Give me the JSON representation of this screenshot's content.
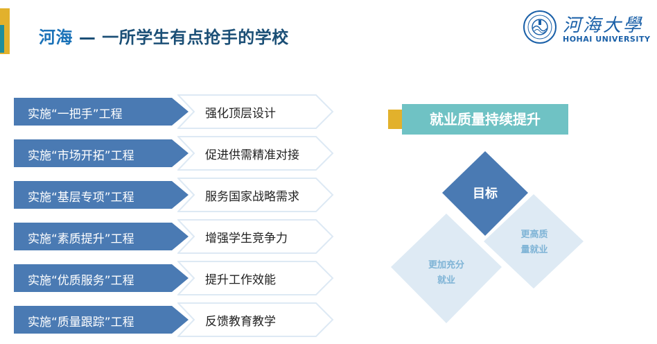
{
  "header": {
    "brand": "河海",
    "dash": " — ",
    "subtitle": "一所学生有点抢手的学校"
  },
  "logo": {
    "name_cn": "河海大學",
    "name_en": "HOHAI UNIVERSITY"
  },
  "rows": [
    {
      "label": "实施“一把手”工程",
      "goal": "强化顶层设计"
    },
    {
      "label": "实施“市场开拓”工程",
      "goal": "促进供需精准对接"
    },
    {
      "label": "实施“基层专项”工程",
      "goal": "服务国家战略需求"
    },
    {
      "label": "实施“素质提升”工程",
      "goal": "增强学生竞争力"
    },
    {
      "label": "实施“优质服务”工程",
      "goal": "提升工作效能"
    },
    {
      "label": "实施“质量跟踪”工程",
      "goal": "反馈教育教学"
    }
  ],
  "right": {
    "banner": "就业质量持续提升",
    "target": "目标",
    "left_goal_line1": "更加充分",
    "left_goal_line2": "就业",
    "right_goal_line1": "更高质",
    "right_goal_line2": "量就业"
  },
  "colors": {
    "row_blue": "#4a7ab3",
    "chevron_fill": "#ffffff",
    "chevron_border": "#dde9f4",
    "banner_teal": "#6fc2c4",
    "accent_yellow": "#e2b12c",
    "diamond_dark": "#4a7ab3",
    "diamond_light": "#deeaf4",
    "diamond_text_light": "#7fb4d6"
  }
}
